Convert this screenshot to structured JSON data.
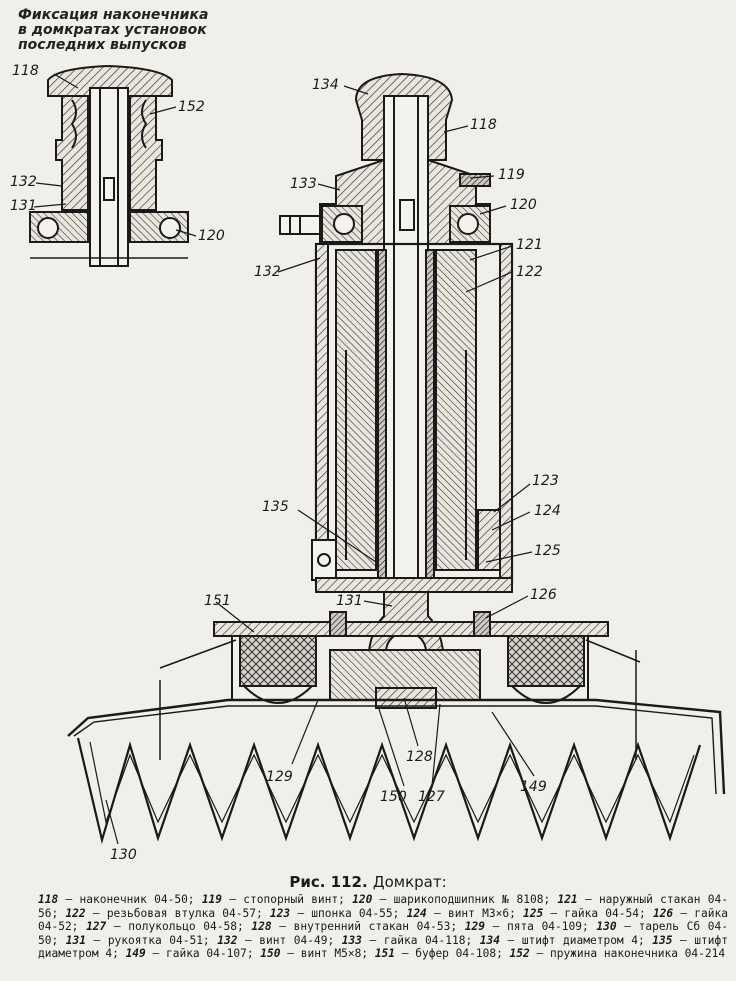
{
  "inset": {
    "title_lines": [
      "Фиксация наконечника",
      "в домкратах установок",
      "последних выпусков"
    ]
  },
  "callouts": {
    "i118": "118",
    "i152": "152",
    "i132": "132",
    "i131": "131",
    "i120": "120",
    "m134": "134",
    "m118": "118",
    "m133": "133",
    "m119": "119",
    "m120": "120",
    "m132": "132",
    "m121": "121",
    "m122": "122",
    "m123": "123",
    "m135": "135",
    "m124": "124",
    "m125": "125",
    "m151": "151",
    "m131": "131",
    "m126": "126",
    "m129": "129",
    "m150": "150",
    "m128": "128",
    "m127": "127",
    "m149": "149",
    "m130": "130"
  },
  "caption": {
    "fig": "Рис. 112.",
    "title": "Домкрат:"
  },
  "legend": [
    {
      "num": "118",
      "text": "— наконечник 04-50;"
    },
    {
      "num": "119",
      "text": "— стопорный винт;"
    },
    {
      "num": "120",
      "text": "— шарикоподшипник № 8108;"
    },
    {
      "num": "121",
      "text": "— наружный стакан 04-56;"
    },
    {
      "num": "122",
      "text": "— резьбовая втулка 04-57;"
    },
    {
      "num": "123",
      "text": "— шпонка 04-55;"
    },
    {
      "num": "124",
      "text": "— винт М3×6;"
    },
    {
      "num": "125",
      "text": "— гайка 04-54;"
    },
    {
      "num": "126",
      "text": "— гайка 04-52;"
    },
    {
      "num": "127",
      "text": "— полукольцо 04-58;"
    },
    {
      "num": "128",
      "text": "— внутренний стакан 04-53;"
    },
    {
      "num": "129",
      "text": "— пята 04-109;"
    },
    {
      "num": "130",
      "text": "— тарель Сб 04-50;"
    },
    {
      "num": "131",
      "text": "— рукоятка 04-51;"
    },
    {
      "num": "132",
      "text": "— винт 04-49;"
    },
    {
      "num": "133",
      "text": "— гайка 04-118;"
    },
    {
      "num": "134",
      "text": "— штифт диаметром 4;"
    },
    {
      "num": "135",
      "text": "— штифт диаметром 4;"
    },
    {
      "num": "149",
      "text": "— гайка 04-107;"
    },
    {
      "num": "150",
      "text": "— винт М5×8;"
    },
    {
      "num": "151",
      "text": "— буфер 04-108;"
    },
    {
      "num": "152",
      "text": "— пружина наконечника 04-214"
    }
  ]
}
